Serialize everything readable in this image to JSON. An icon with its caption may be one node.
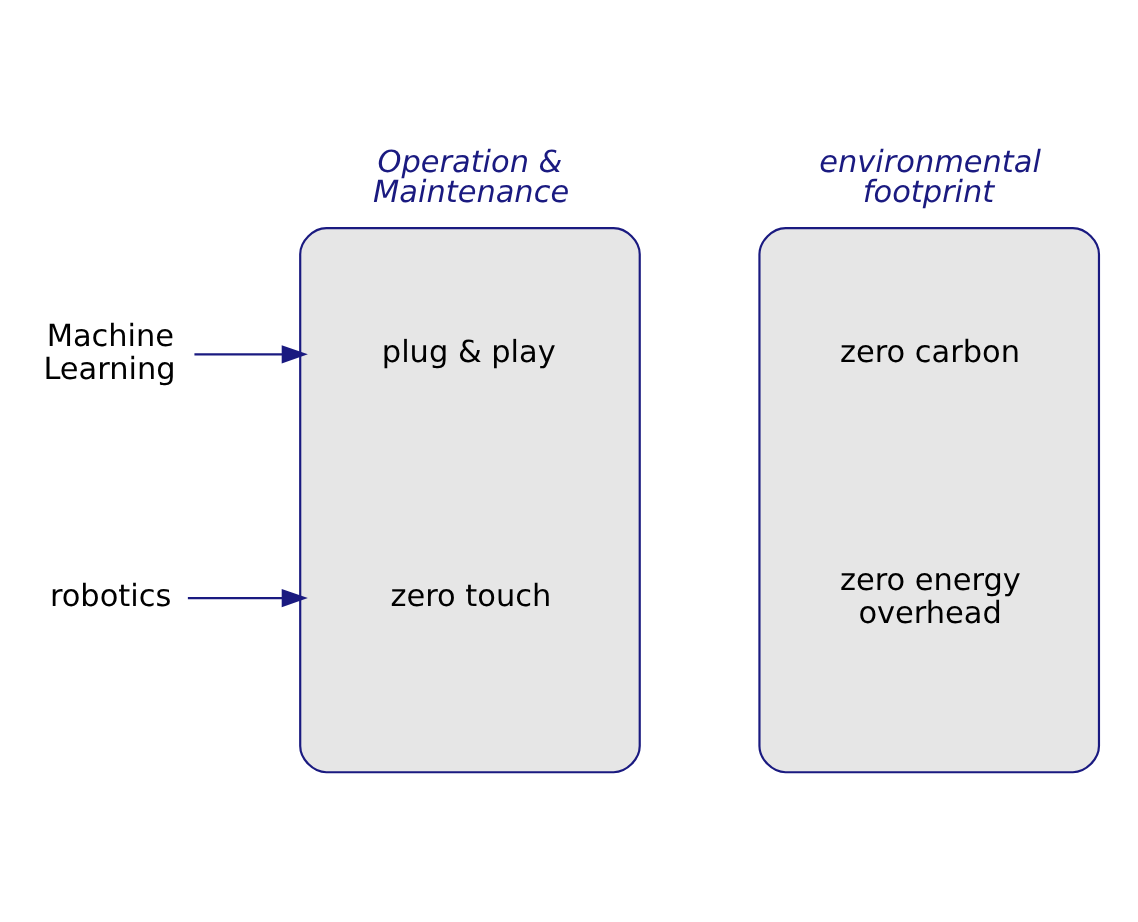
{
  "diagram": {
    "nodes": [
      {
        "text": [
          "Operation & Maintenance",
          "plug & play",
          "zero touch"
        ]
      },
      {
        "text": [
          "environmental footprint",
          "zero carbon",
          "zero energy overhead"
        ]
      },
      {
        "text": [
          "Machine Learning"
        ]
      },
      {
        "text": [
          "robotics"
        ]
      }
    ],
    "edges": [
      {
        "from": 2,
        "to": 0,
        "arrow": "to"
      },
      {
        "from": 3,
        "to": 0,
        "arrow": "to"
      }
    ]
  }
}
